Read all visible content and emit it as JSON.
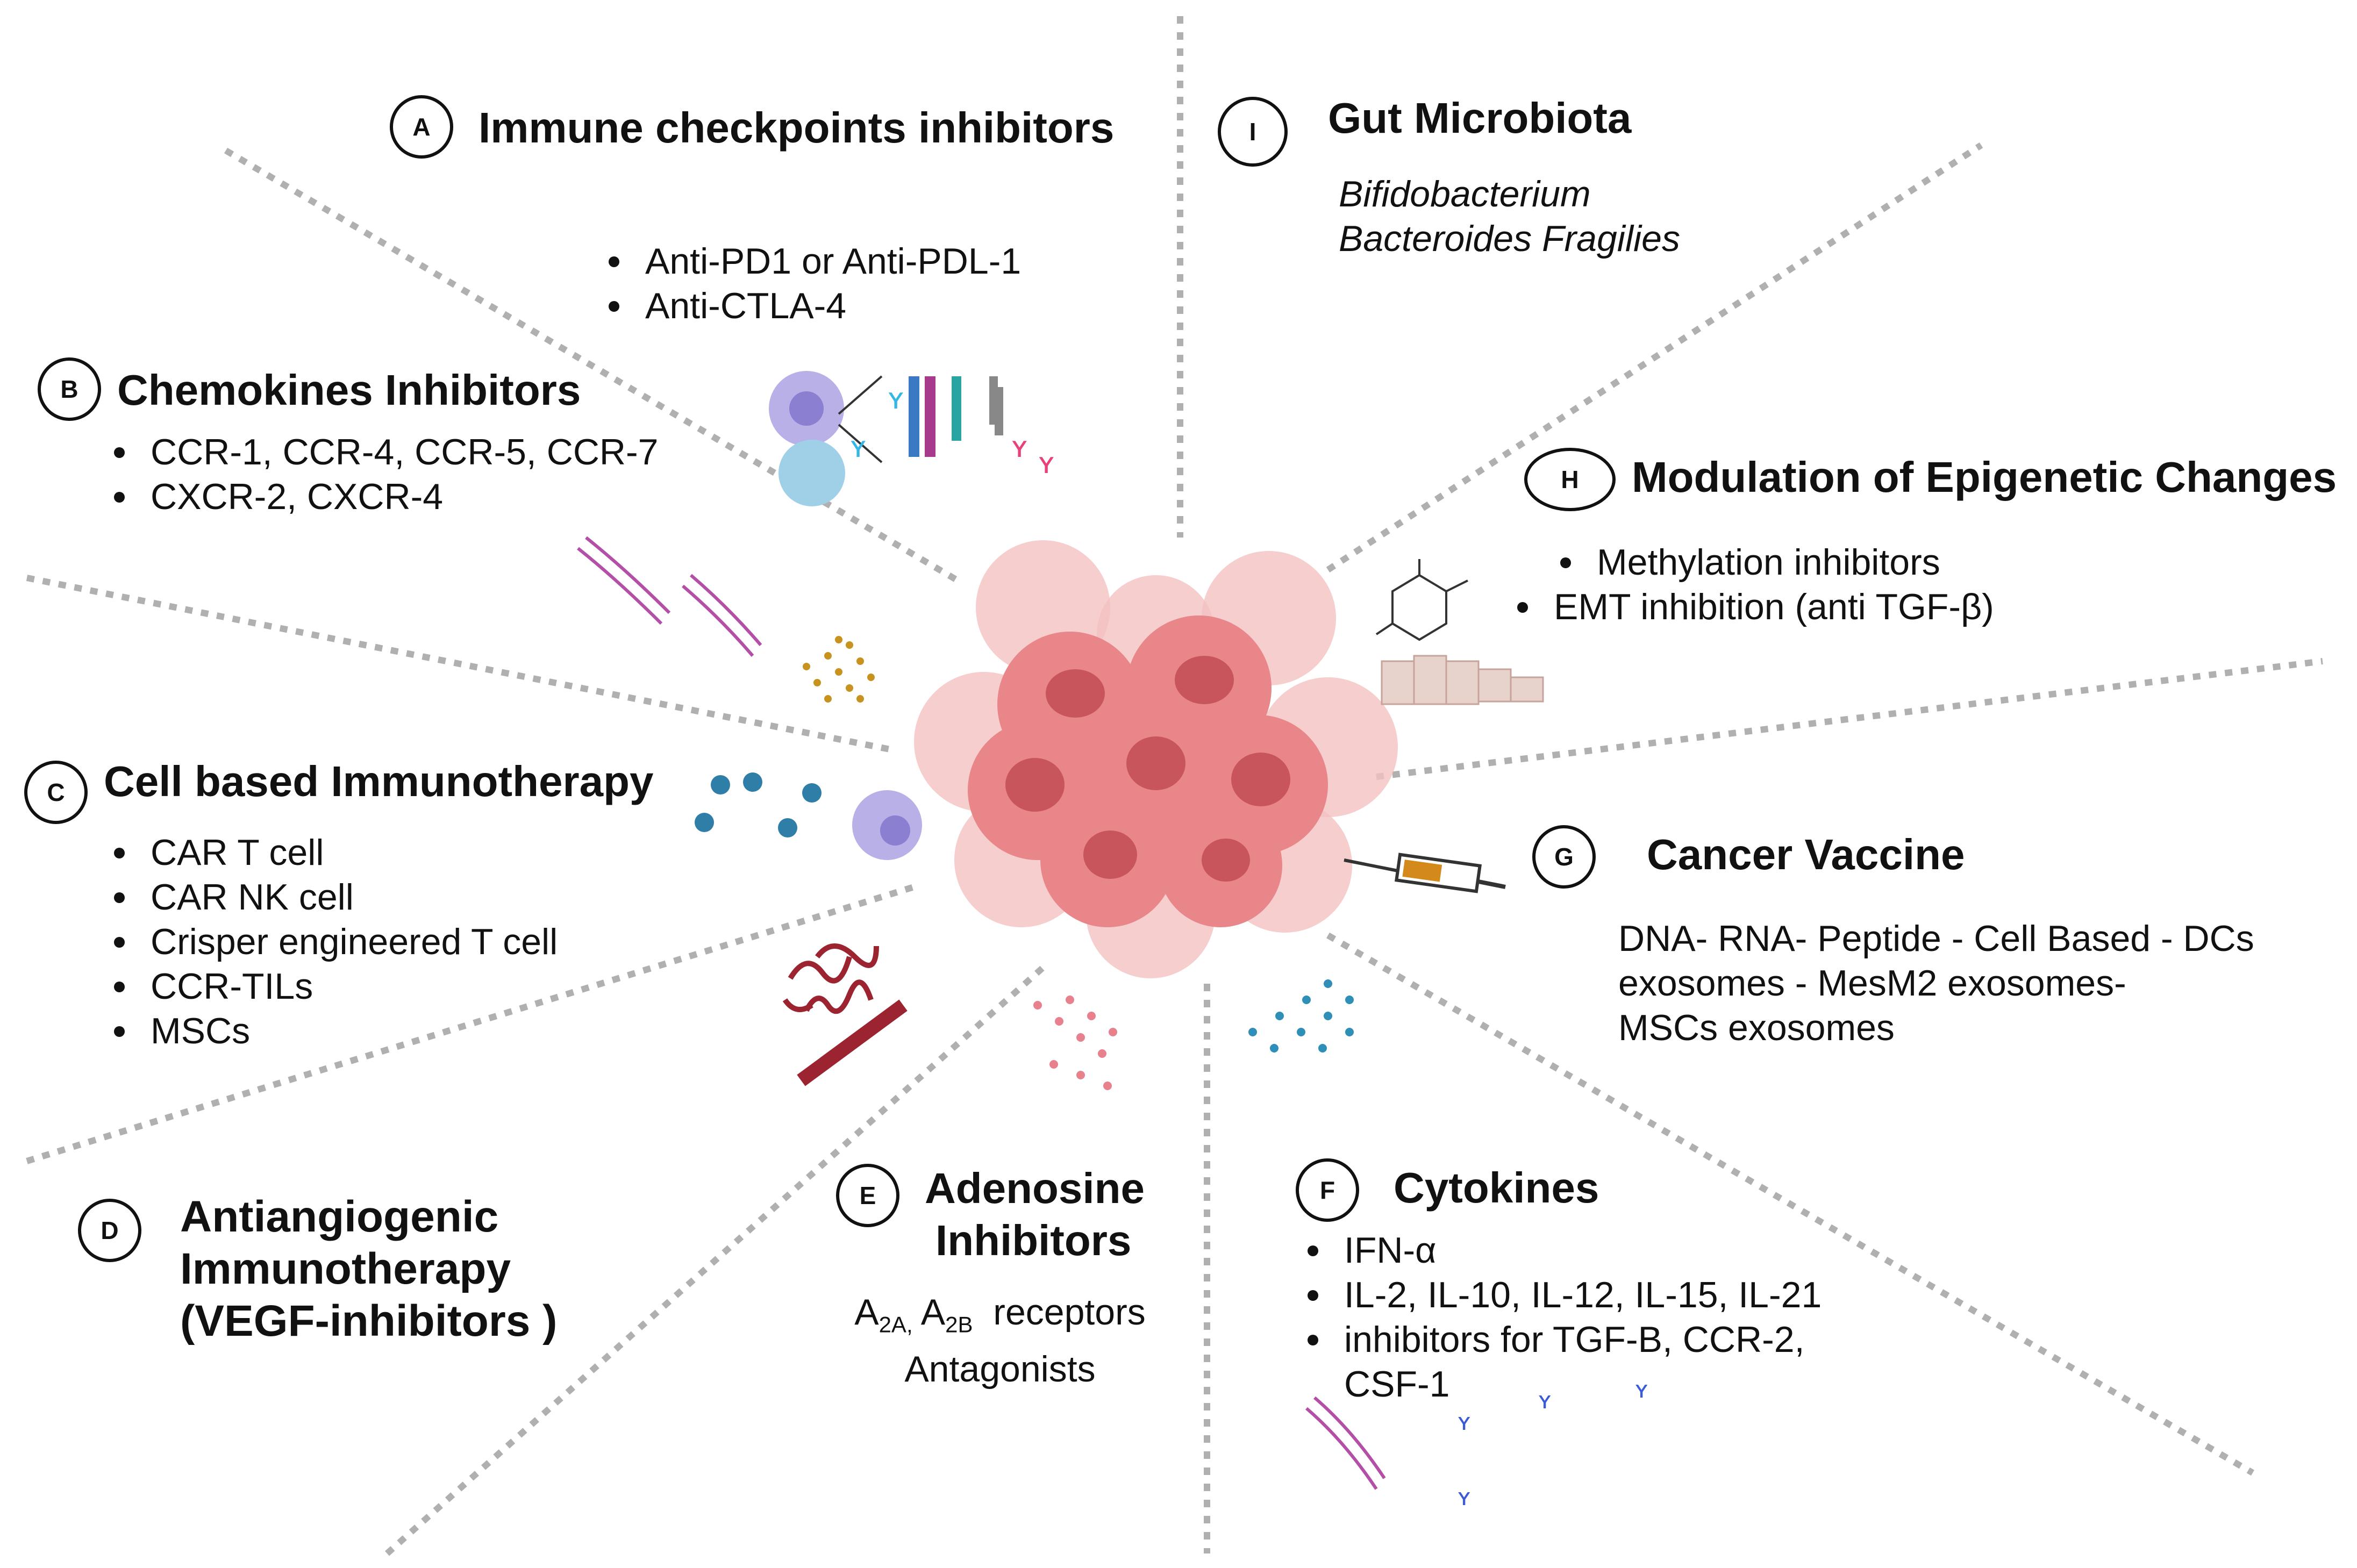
{
  "sections": {
    "a": {
      "letter": "A",
      "title": "Immune checkpoints inhibitors",
      "items": [
        "Anti-PD1 or Anti-PDL-1",
        "Anti-CTLA-4"
      ]
    },
    "b": {
      "letter": "B",
      "title": "Chemokines Inhibitors",
      "items": [
        "CCR-1, CCR-4, CCR-5, CCR-7",
        "CXCR-2, CXCR-4"
      ]
    },
    "c": {
      "letter": "C",
      "title": "Cell based Immunotherapy",
      "items": [
        "CAR T cell",
        "CAR NK cell",
        "Crisper engineered T cell",
        "CCR-TILs",
        "MSCs"
      ]
    },
    "d": {
      "letter": "D",
      "title_lines": [
        "Antiangiogenic",
        "Immunotherapy",
        "(VEGF-inhibitors )"
      ]
    },
    "e": {
      "letter": "E",
      "title_lines": [
        "Adenosine",
        "Inhibitors"
      ],
      "receptor_a": "A",
      "receptor_a_sub": "2A,",
      "receptor_b": "A",
      "receptor_b_sub": "2B",
      "receptor_suffix": "receptors",
      "line2": "Antagonists"
    },
    "f": {
      "letter": "F",
      "title": "Cytokines",
      "items": [
        "IFN-α",
        "IL-2, IL-10, IL-12, IL-15, IL-21",
        "inhibitors for TGF-B, CCR-2,"
      ],
      "continuation": "CSF-1"
    },
    "g": {
      "letter": "G",
      "title": "Cancer Vaccine",
      "lines": [
        "DNA- RNA- Peptide - Cell Based - DCs",
        "exosomes - MesM2 exosomes-",
        "MSCs exosomes"
      ]
    },
    "h": {
      "letter": "H",
      "title": "Modulation of Epigenetic Changes",
      "items": [
        "Methylation  inhibitors",
        "EMT inhibition (anti TGF-β)"
      ]
    },
    "i": {
      "letter": "I",
      "title": "Gut Microbiota",
      "lines": [
        "Bifidobacterium",
        "Bacteroides Fragilies"
      ]
    }
  },
  "colors": {
    "tumor": "#e8868a",
    "tumor_light": "#f4c2c2",
    "nucleus": "#c9555c",
    "divider": "#b0b0b0",
    "dna": "#b44fa8",
    "particles_gold": "#c8921e",
    "particles_pink": "#e8808e",
    "particles_blue": "#2f8fb8",
    "vessel": "#9b2430",
    "antibody_blue": "#3b5bd6",
    "antibody_cyan": "#35b7e6",
    "antibody_pink": "#e8417a"
  }
}
